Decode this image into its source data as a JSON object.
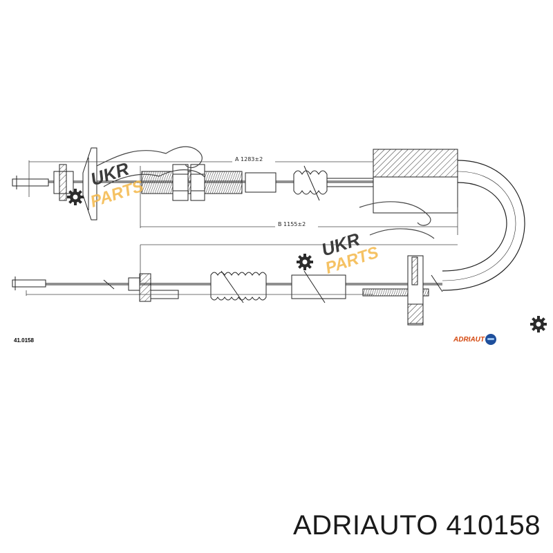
{
  "diagram": {
    "part_number": "41.0158",
    "dimension_a": "A 1283±2",
    "dimension_b": "B 1155±2"
  },
  "brand_logo": {
    "text": "ADRIAUT",
    "color": "#d4480f",
    "ball_color": "#1e4f9c"
  },
  "watermarks": [
    {
      "line1": "UKR",
      "line2": "PARTS"
    },
    {
      "line1": "UKR",
      "line2": "PARTS"
    }
  ],
  "caption": "ADRIAUTO 410158",
  "icons": [
    "gear-icon"
  ],
  "colors": {
    "watermark_orange": "#f4b84a",
    "watermark_dark": "#3c3c3c",
    "line": "#222222"
  }
}
